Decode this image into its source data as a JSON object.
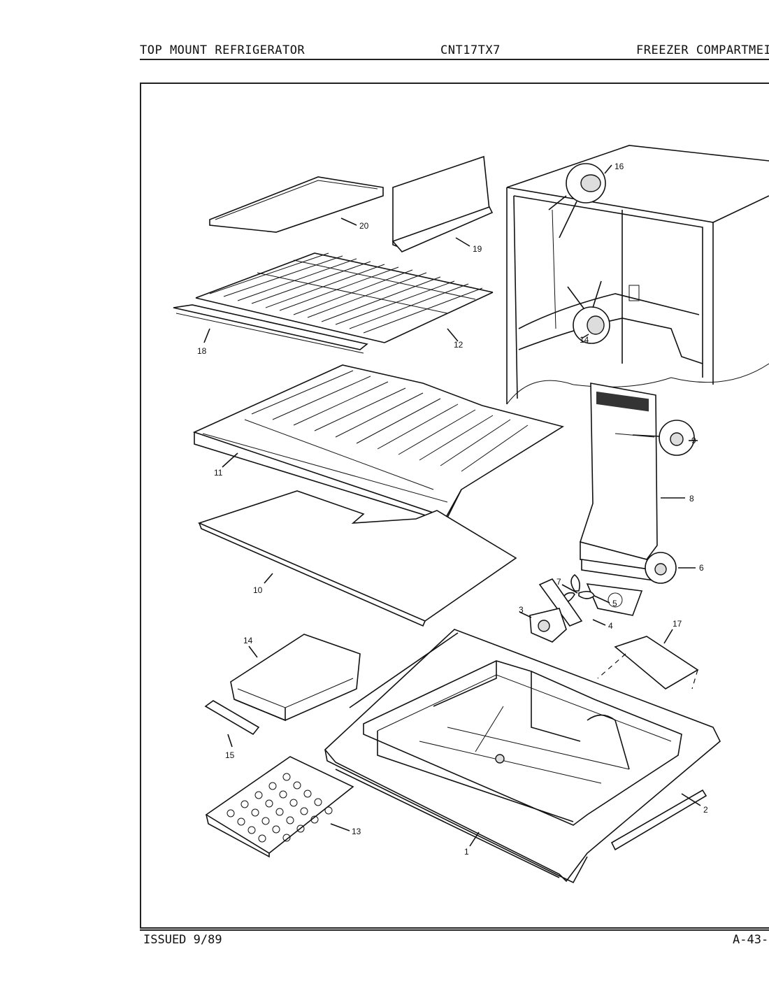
{
  "header": {
    "left": "TOP MOUNT REFRIGERATOR",
    "center": "CNT17TX7",
    "right": "FREEZER COMPARTMEI"
  },
  "footer": {
    "issued": "ISSUED 9/89",
    "page": "A-43-"
  },
  "callouts": [
    "16",
    "20",
    "19",
    "12",
    "18",
    "14",
    "11",
    "9",
    "8",
    "10",
    "7",
    "6",
    "5",
    "3",
    "4",
    "17",
    "14",
    "15",
    "2",
    "13",
    "1"
  ]
}
